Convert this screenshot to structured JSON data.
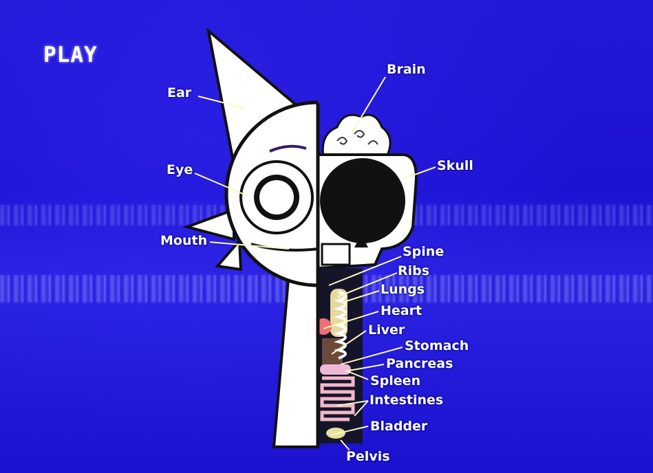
{
  "overlay": {
    "play_label": "PLAY"
  },
  "colors": {
    "background": "#1f17d9",
    "label": "#ffffff",
    "outline": "#111111"
  },
  "labels": {
    "ear": "Ear",
    "eye": "Eye",
    "mouth": "Mouth",
    "brain": "Brain",
    "skull": "Skull",
    "spine": "Spine",
    "ribs": "Ribs",
    "lungs": "Lungs",
    "heart": "Heart",
    "liver": "Liver",
    "stomach": "Stomach",
    "pancreas": "Pancreas",
    "spleen": "Spleen",
    "intestines": "Intestines",
    "bladder": "Bladder",
    "pelvis": "Pelvis"
  }
}
